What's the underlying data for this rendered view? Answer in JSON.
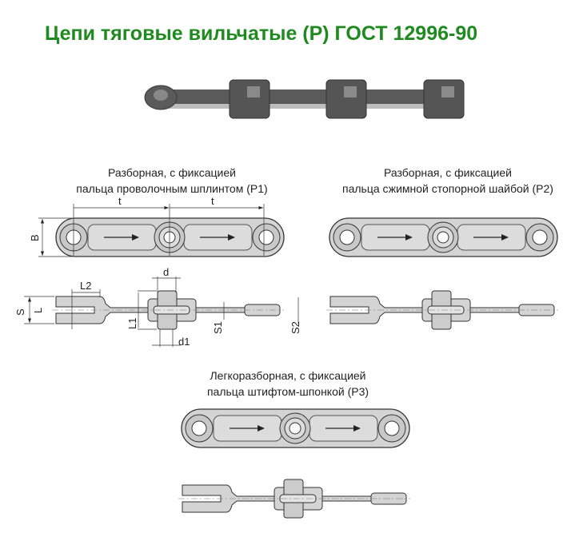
{
  "title": "Цепи тяговые вильчатые (Р) ГОСТ 12996-90",
  "p1": {
    "line1": "Разборная, с фиксацией",
    "line2": "пальца проволочным шплинтом (Р1)"
  },
  "p2": {
    "line1": "Разборная, с фиксацией",
    "line2": "пальца сжимной стопорной шайбой (Р2)"
  },
  "p3": {
    "line1": "Легкоразборная, с фиксацией",
    "line2": "пальца штифтом-шпонкой (Р3)"
  },
  "dims": {
    "t": "t",
    "B": "B",
    "L2": "L2",
    "S": "S",
    "L": "L",
    "d": "d",
    "d1": "d1",
    "L1": "L1",
    "S1": "S1",
    "S2": "S2"
  },
  "colors": {
    "title": "#1f8a1f",
    "part_fill": "#d4d4d4",
    "part_stroke": "#333333",
    "render": "#5a5a5a"
  }
}
